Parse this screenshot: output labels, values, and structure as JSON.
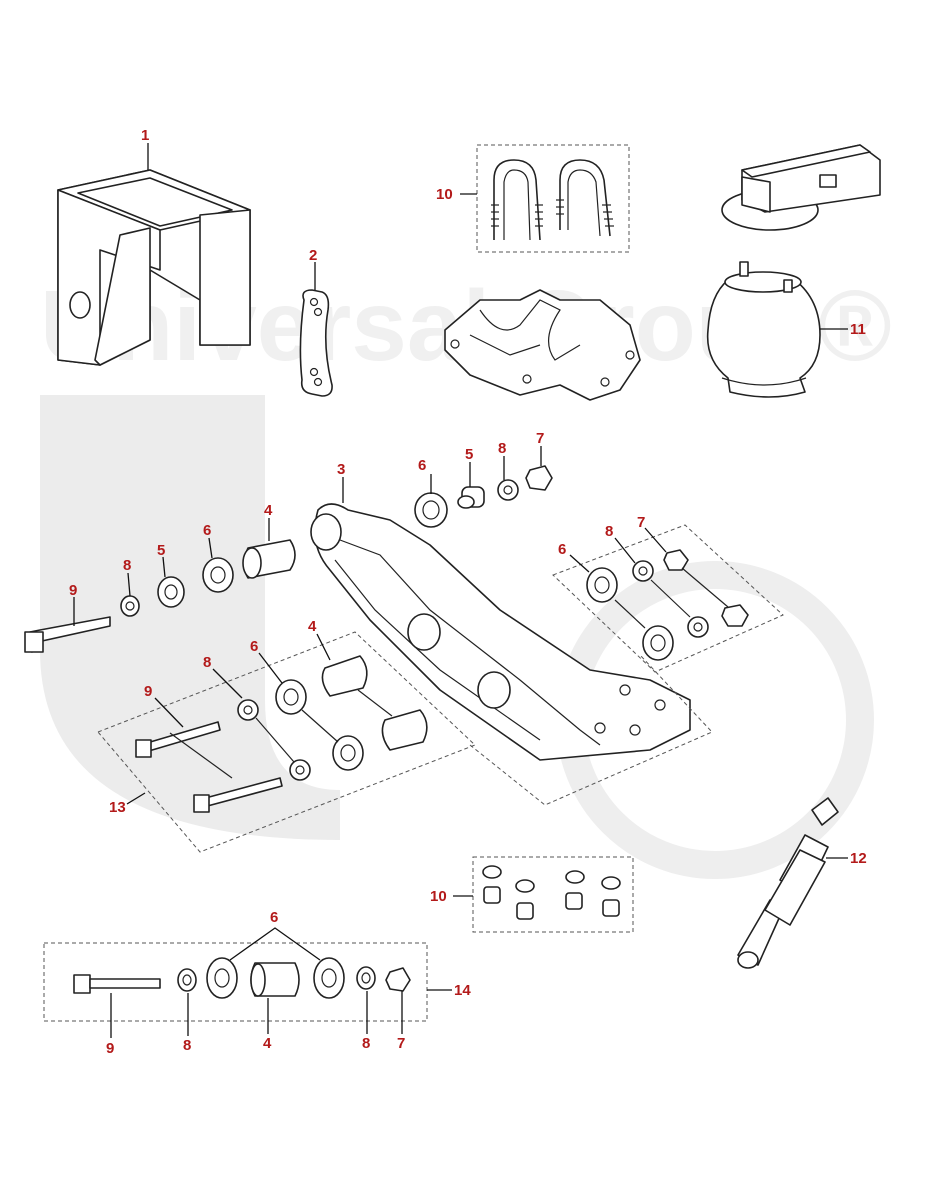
{
  "watermark": {
    "text": "Universal Group®"
  },
  "callouts": {
    "c1": "1",
    "c2": "2",
    "c3": "3",
    "c4a": "4",
    "c4b": "4",
    "c4c": "4",
    "c5a": "5",
    "c5b": "5",
    "c6a": "6",
    "c6b": "6",
    "c6c": "6",
    "c6d": "6",
    "c6e": "6",
    "c7a": "7",
    "c7b": "7",
    "c7c": "7",
    "c8a": "8",
    "c8b": "8",
    "c8c": "8",
    "c8d": "8",
    "c8e": "8",
    "c8f": "8",
    "c9a": "9",
    "c9b": "9",
    "c9c": "9",
    "c10a": "10",
    "c10b": "10",
    "c11": "11",
    "c12": "12",
    "c13": "13",
    "c14": "14"
  },
  "colors": {
    "callout": "#b31a1a",
    "line": "#222222",
    "watermark": "#ececec"
  }
}
